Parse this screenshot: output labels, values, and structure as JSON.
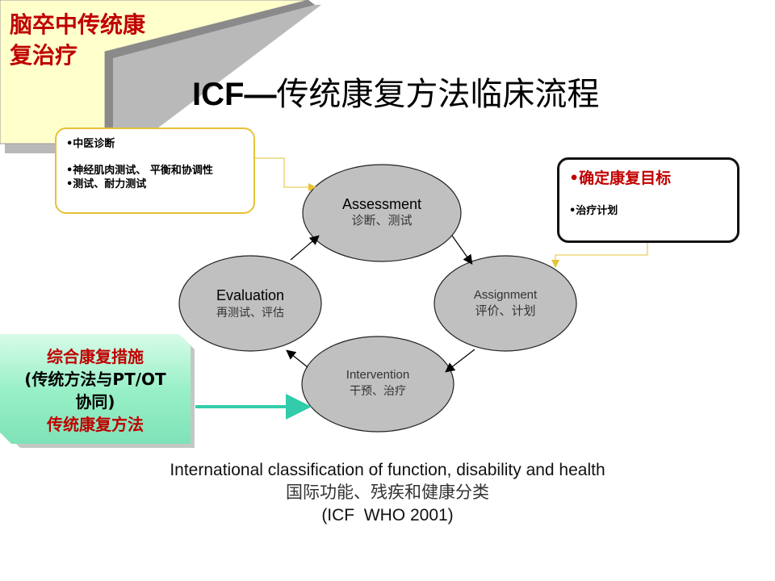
{
  "corner": {
    "title_line1": "脑卒中传统康",
    "title_line2": "复治疗"
  },
  "title": {
    "prefix": "ICF",
    "dash": "—",
    "text": "传统康复方法临床流程"
  },
  "nodes": {
    "assessment": {
      "en": "Assessment",
      "zh": "诊断、测试"
    },
    "assignment": {
      "en": "Assignment",
      "zh": "评价、计划"
    },
    "intervention": {
      "en": "Intervention",
      "zh": "干预、治疗"
    },
    "evaluation": {
      "en": "Evaluation",
      "zh": "再测试、评估"
    }
  },
  "left_box": {
    "item1": "•中医诊断",
    "item2": "•神经肌肉测试、 平衡和协调性",
    "item3": "•测试、耐力测试"
  },
  "right_box": {
    "goal": "•确定康复目标",
    "plan": "•治疗计划"
  },
  "green_box": {
    "line1": "综合康复措施",
    "line2": "(传统方法与PT/OT",
    "line3": "协同)",
    "line4": "传统康复方法"
  },
  "footnote": {
    "en": "International classification of function, disability and health",
    "zh": "国际功能、残疾和健康分类",
    "ref": "(ICF  WHO 2001)"
  },
  "colors": {
    "title_red": "#c00000",
    "corner_fill": "#ffffcc",
    "ellipse_fill": "#c0c0c0",
    "green_fill": "#99f0c8",
    "green_arrow": "#33ccaa",
    "left_box_border": "#e6c235"
  }
}
